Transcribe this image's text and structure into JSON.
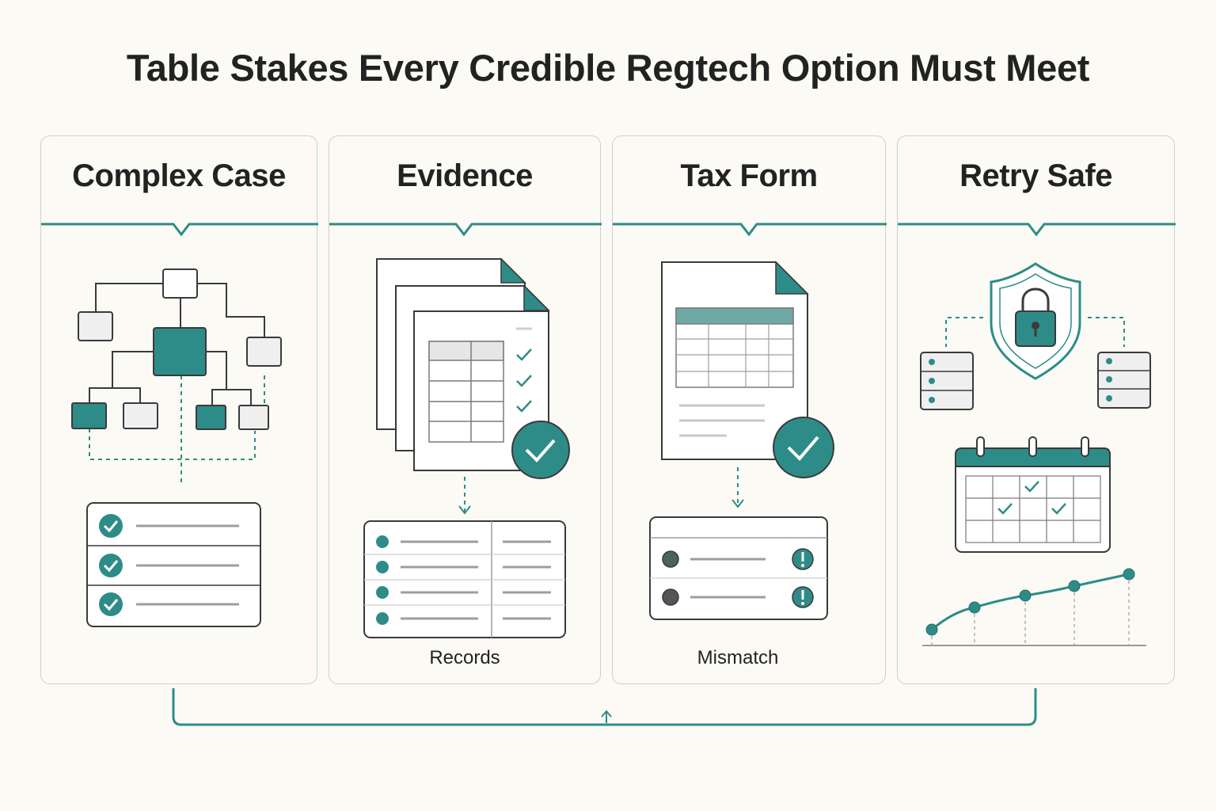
{
  "title": "Table Stakes Every Credible Regtech Option Must Meet",
  "colors": {
    "accent": "#2e8c88",
    "outline": "#3a3a3a",
    "background": "#fcfaf5",
    "border": "#cfcfcf",
    "line": "#9e9e9e"
  },
  "panels": [
    {
      "heading": "Complex Case",
      "icon": "branching-tree-diagram-icon",
      "caption": ""
    },
    {
      "heading": "Evidence",
      "icon": "stacked-documents-with-checks-icon",
      "caption": "Records"
    },
    {
      "heading": "Tax Form",
      "icon": "tax-form-document-with-check-icon",
      "caption": "Mismatch"
    },
    {
      "heading": "Retry Safe",
      "icon": "shield-lock-calendar-trend-icon",
      "caption": ""
    }
  ]
}
